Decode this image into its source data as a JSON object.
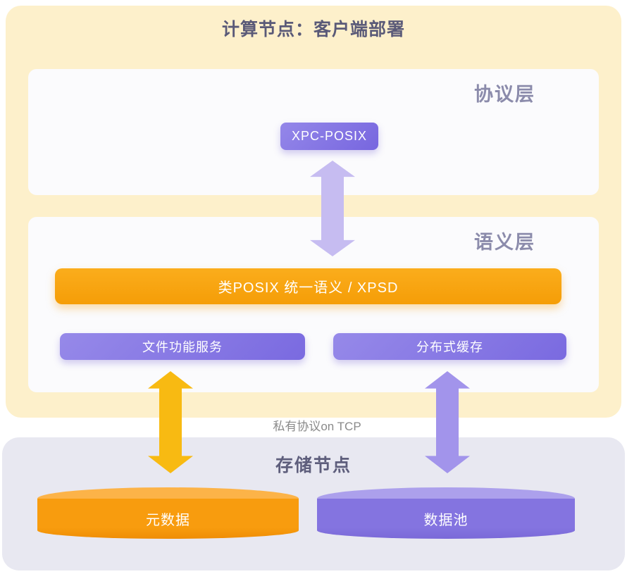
{
  "compute_node": {
    "title": "计算节点：客户端部署",
    "protocol_layer": {
      "label": "协议层",
      "xpc_node": "XPC-POSIX"
    },
    "semantic_layer": {
      "label": "语义层",
      "posix_bar": "类POSIX 统一语义 / XPSD",
      "file_service_node": "文件功能服务",
      "cache_node": "分布式缓存"
    }
  },
  "connection": {
    "tcp_label": "私有协议on TCP"
  },
  "storage_node": {
    "title": "存储节点",
    "metadata_cylinder": "元数据",
    "datapool_cylinder": "数据池"
  },
  "colors": {
    "compute_background": "#FDF0CB",
    "storage_background": "#E8E8F1",
    "layer_box_background": "#FBFBFD",
    "accent_orange": "#F59D07",
    "accent_purple": "#8373E2",
    "arrow_lavender": "#C6BCF1",
    "arrow_gold": "#F8BA12",
    "arrow_purple": "#A294EB",
    "title_text": "#5A5A78",
    "layer_label_text": "#8B8BAB"
  }
}
